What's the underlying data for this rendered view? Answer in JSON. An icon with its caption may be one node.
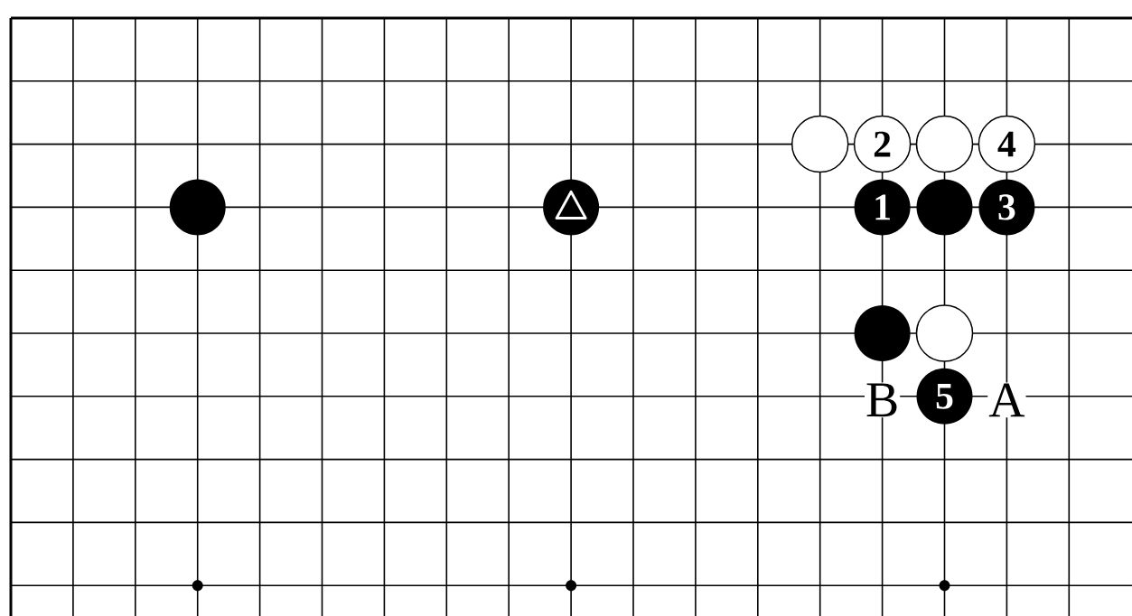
{
  "diagram": {
    "nodes": [
      {
        "text": [],
        "shape": "circle"
      },
      {
        "text": [
          "2"
        ]
      },
      {
        "text": [],
        "shape": "circle"
      },
      {
        "text": [
          "4"
        ]
      },
      {
        "text": [],
        "shape": "circle"
      },
      {
        "text": [],
        "shape": "circle"
      },
      {
        "text": [
          "1"
        ]
      },
      {
        "text": [],
        "shape": "circle"
      },
      {
        "text": [
          "3"
        ]
      },
      {
        "text": [],
        "shape": "circle"
      },
      {
        "text": [],
        "shape": "circle"
      },
      {
        "text": [
          "5"
        ]
      }
    ],
    "labels": [
      "B",
      "A"
    ]
  }
}
